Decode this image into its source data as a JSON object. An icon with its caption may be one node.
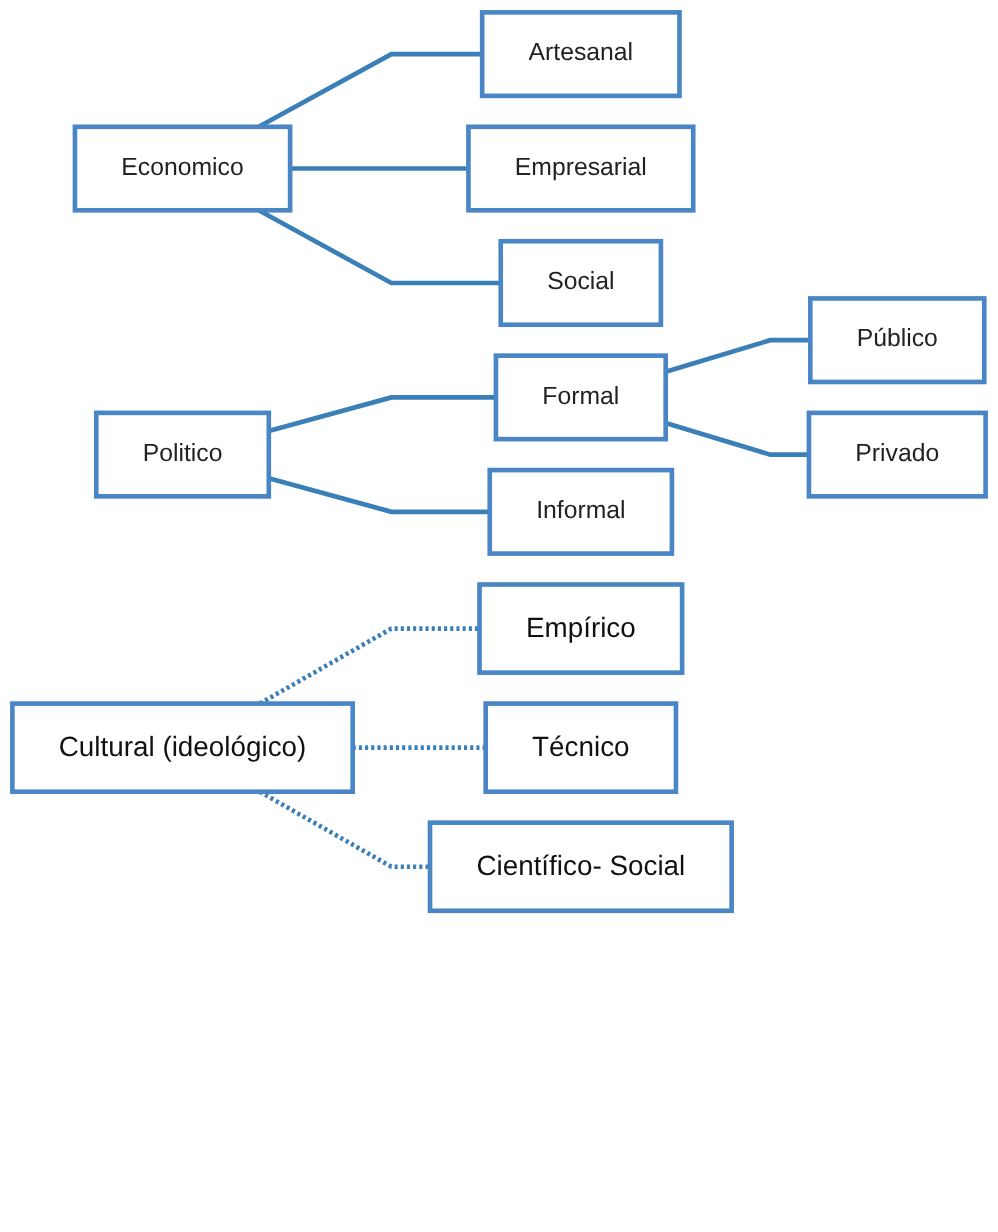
{
  "diagram": {
    "nodes": [
      {
        "text": [
          "Economico"
        ]
      },
      {
        "text": [
          "Artesanal"
        ]
      },
      {
        "text": [
          "Empresarial"
        ]
      },
      {
        "text": [
          "Social"
        ]
      },
      {
        "text": [
          "Politico"
        ]
      },
      {
        "text": [
          "Formal"
        ]
      },
      {
        "text": [
          "Informal"
        ]
      },
      {
        "text": [
          "Público"
        ]
      },
      {
        "text": [
          "Privado"
        ]
      },
      {
        "text": [
          "Cultural (ideológico)"
        ]
      },
      {
        "text": [
          "Empírico"
        ]
      },
      {
        "text": [
          "Técnico"
        ]
      },
      {
        "text": [
          "Científico- Social"
        ]
      }
    ],
    "edges": [
      {
        "from": 0,
        "to": 1,
        "arrow": "none"
      },
      {
        "from": 0,
        "to": 2,
        "arrow": "none"
      },
      {
        "from": 0,
        "to": 3,
        "arrow": "none"
      },
      {
        "from": 4,
        "to": 5,
        "arrow": "none"
      },
      {
        "from": 4,
        "to": 6,
        "arrow": "none"
      },
      {
        "from": 5,
        "to": 7,
        "arrow": "none"
      },
      {
        "from": 5,
        "to": 8,
        "arrow": "none"
      },
      {
        "from": 9,
        "to": 10,
        "arrow": "none",
        "style": "dashed"
      },
      {
        "from": 9,
        "to": 11,
        "arrow": "none",
        "style": "dashed"
      },
      {
        "from": 9,
        "to": 12,
        "arrow": "none",
        "style": "dashed"
      }
    ]
  }
}
